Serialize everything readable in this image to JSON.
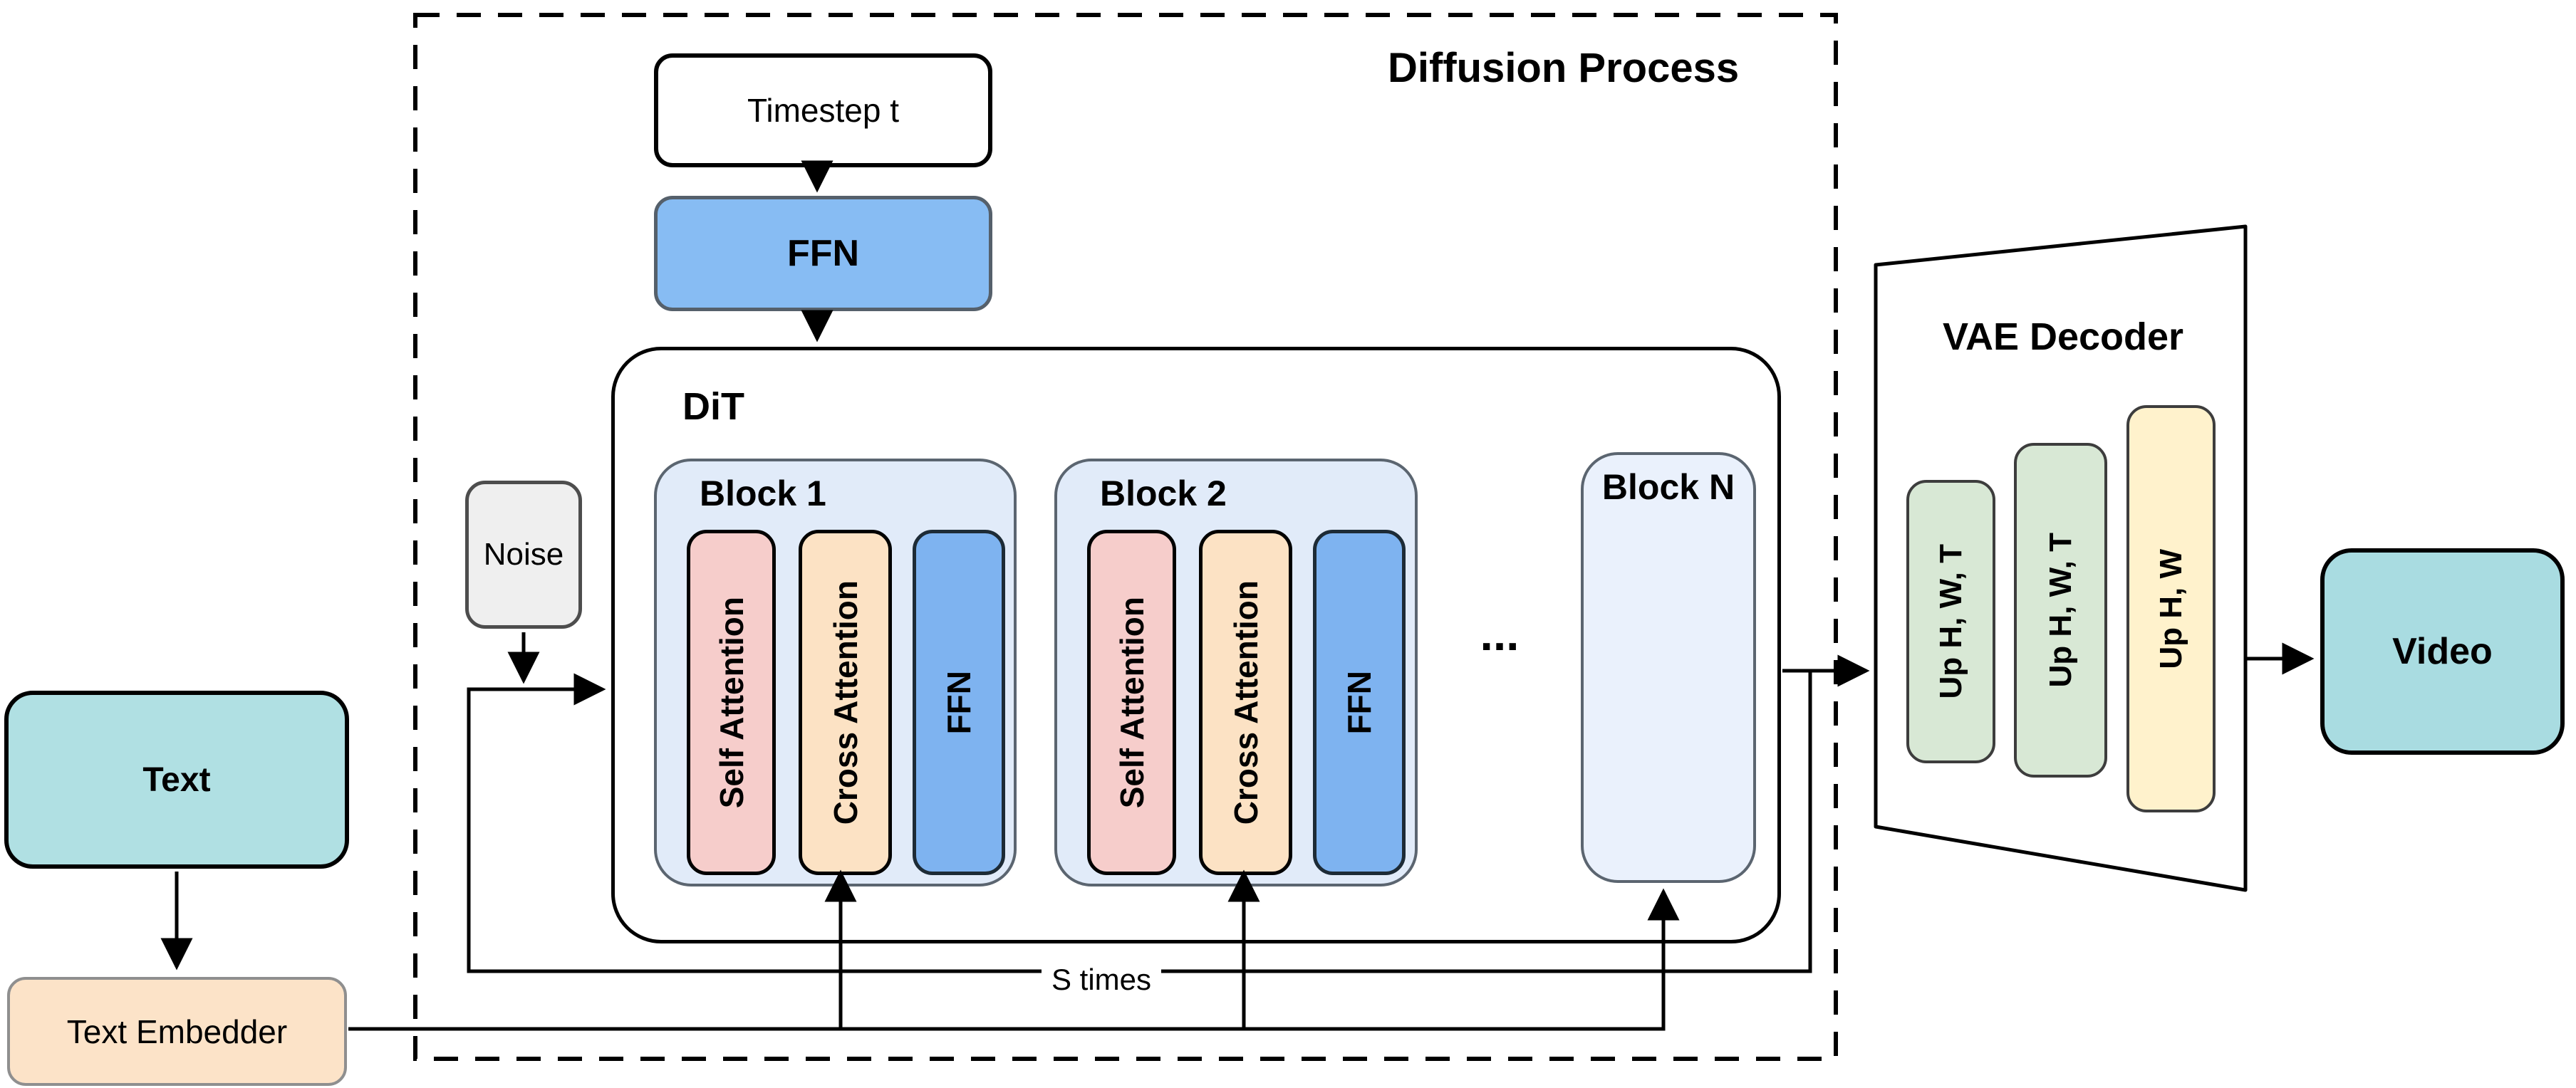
{
  "diffusion": {
    "title": "Diffusion Process",
    "timestep_label": "Timestep t",
    "ffn_label": "FFN",
    "noise_label": "Noise",
    "s_times_label": "S times",
    "dit": {
      "label": "DiT",
      "ellipsis": "...",
      "blocks": [
        {
          "label": "Block 1",
          "layers": [
            "Self Attention",
            "Cross Attention",
            "FFN"
          ]
        },
        {
          "label": "Block 2",
          "layers": [
            "Self Attention",
            "Cross Attention",
            "FFN"
          ]
        },
        {
          "label": "Block N",
          "layers": []
        }
      ]
    }
  },
  "text_input": {
    "text_label": "Text",
    "embedder_label": "Text Embedder"
  },
  "vae": {
    "title": "VAE Decoder",
    "stages": [
      "Up H, W, T",
      "Up H, W, T",
      "Up H, W"
    ]
  },
  "video_label": "Video",
  "colors": {
    "ffn_blue": "#87BCF3",
    "ffn_pill_blue": "#7EB3F0",
    "self_attention_pink": "#F6CDCB",
    "cross_attention_peach": "#FCE2C4",
    "block_fill": "#E1EBF9",
    "block_n_fill": "#EAF1FC",
    "noise_gray": "#EFEFEF",
    "text_teal": "#B0E0E3",
    "embedder_peach": "#FCE3C8",
    "upsample_green": "#D8E8D5",
    "upsample_yellow": "#FFF2CC",
    "video_teal": "#A9DCE1",
    "line_black": "#000000"
  }
}
